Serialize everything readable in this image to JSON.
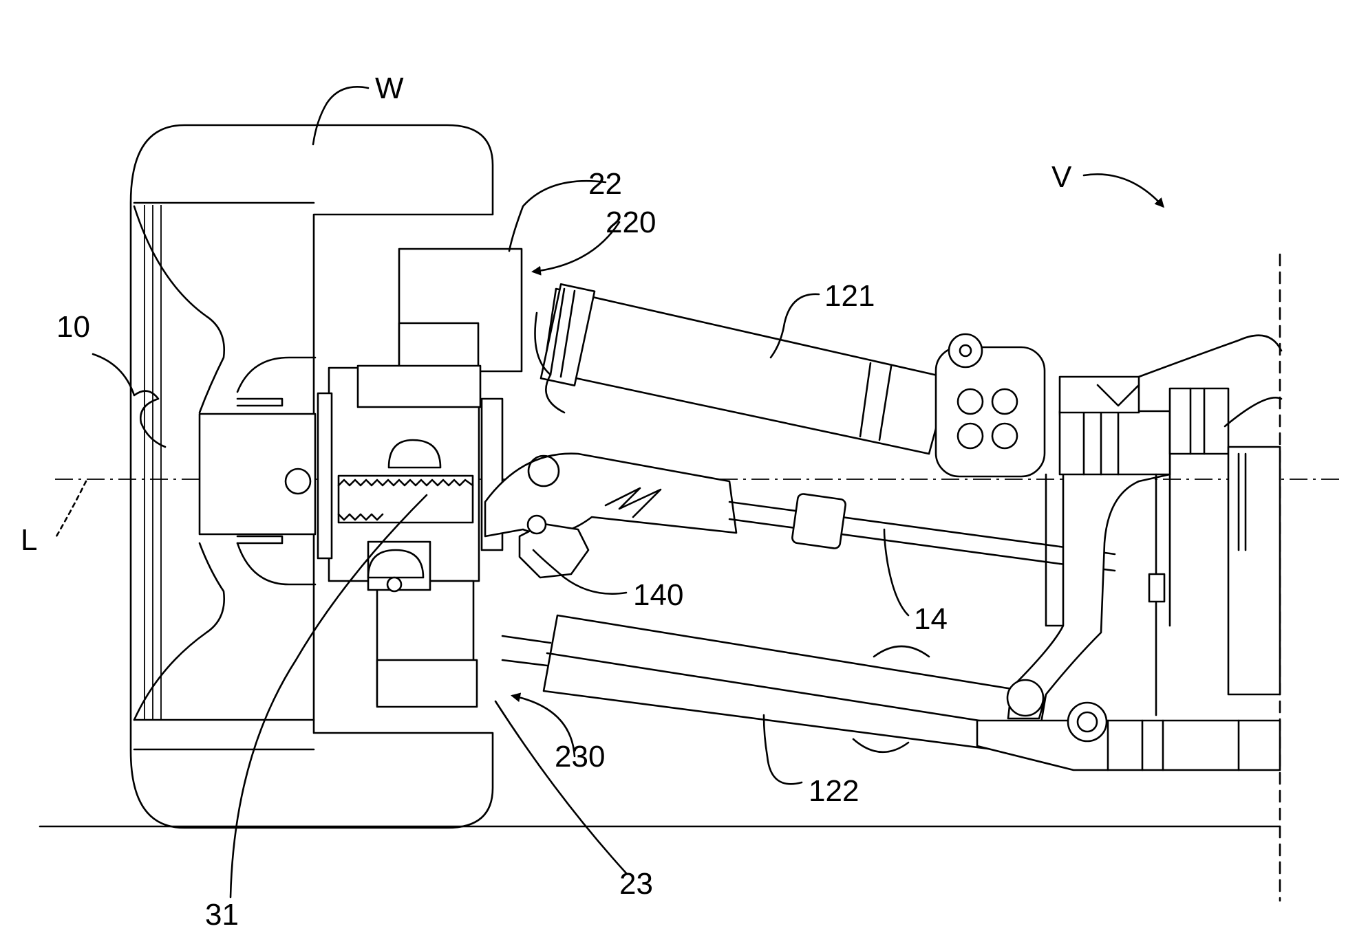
{
  "figure": {
    "colors": {
      "ink": "#000000",
      "background": "#ffffff"
    },
    "labels": {
      "W": "W",
      "V": "V",
      "L": "L",
      "r10": "10",
      "r22": "22",
      "r220": "220",
      "r121": "121",
      "r140": "140",
      "r14": "14",
      "r230": "230",
      "r122": "122",
      "r23": "23",
      "r31": "31"
    }
  }
}
